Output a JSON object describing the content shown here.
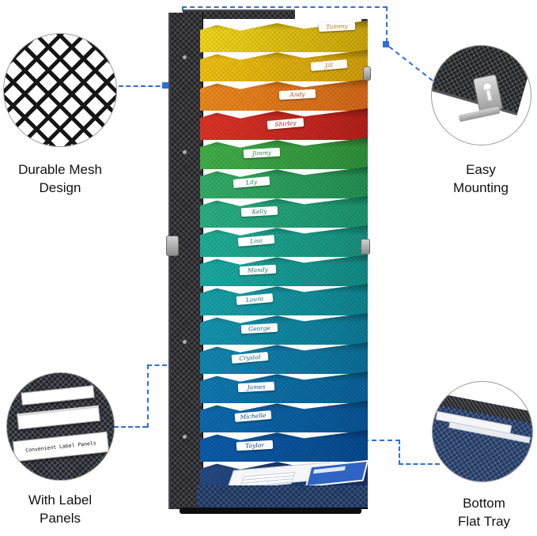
{
  "colors": {
    "accent": "#2e6fd8",
    "frame": "#26262a",
    "tray_navy": "#17305e"
  },
  "callouts": {
    "mesh": {
      "label": "Durable Mesh Design"
    },
    "mounting": {
      "label": "Easy Mounting"
    },
    "labels": {
      "label": "With Label Panels",
      "zoom_text": "Convenient Label Panels"
    },
    "tray": {
      "label": "Bottom Flat Tray"
    }
  },
  "product": {
    "folders": [
      {
        "name": "Tammy",
        "c1": "#f4da1c",
        "c2": "#c9a50b",
        "t": "#9c7d08"
      },
      {
        "name": "Jill",
        "c1": "#f2c313",
        "c2": "#cf9d0a",
        "t": "#a87a08"
      },
      {
        "name": "Andy",
        "c1": "#ef8b1e",
        "c2": "#d2661a",
        "t": "#c04a12"
      },
      {
        "name": "Shirley",
        "c1": "#e03527",
        "c2": "#b31f1a",
        "t": "#a31713"
      },
      {
        "name": "Jimmy",
        "c1": "#43b14b",
        "c2": "#2e8f3a",
        "t": "#247c30"
      },
      {
        "name": "Lily",
        "c1": "#35b069",
        "c2": "#238f52",
        "t": "#1b7a44"
      },
      {
        "name": "Kelly",
        "c1": "#2bb285",
        "c2": "#1d9270",
        "t": "#157c5e"
      },
      {
        "name": "Lisa",
        "c1": "#22b099",
        "c2": "#178f7e",
        "t": "#117a6b"
      },
      {
        "name": "Mandy",
        "c1": "#1caca4",
        "c2": "#128a85",
        "t": "#0d7571"
      },
      {
        "name": "Laura",
        "c1": "#18a3ab",
        "c2": "#0f8390",
        "t": "#0a6f7b"
      },
      {
        "name": "George",
        "c1": "#1597b1",
        "c2": "#0d7894",
        "t": "#09657e"
      },
      {
        "name": "Crystal",
        "c1": "#1389b4",
        "c2": "#0c6d96",
        "t": "#085a7e"
      },
      {
        "name": "James",
        "c1": "#107bb4",
        "c2": "#0a6095",
        "t": "#074f7d"
      },
      {
        "name": "Michelle",
        "c1": "#0e6cb2",
        "c2": "#085493",
        "t": "#06447b"
      },
      {
        "name": "Taylor",
        "c1": "#0c5dae",
        "c2": "#074a8e",
        "t": "#053b75"
      },
      {
        "name": "",
        "c1": "#274a86",
        "c2": "#17305e",
        "t": "#0d2246"
      }
    ]
  }
}
